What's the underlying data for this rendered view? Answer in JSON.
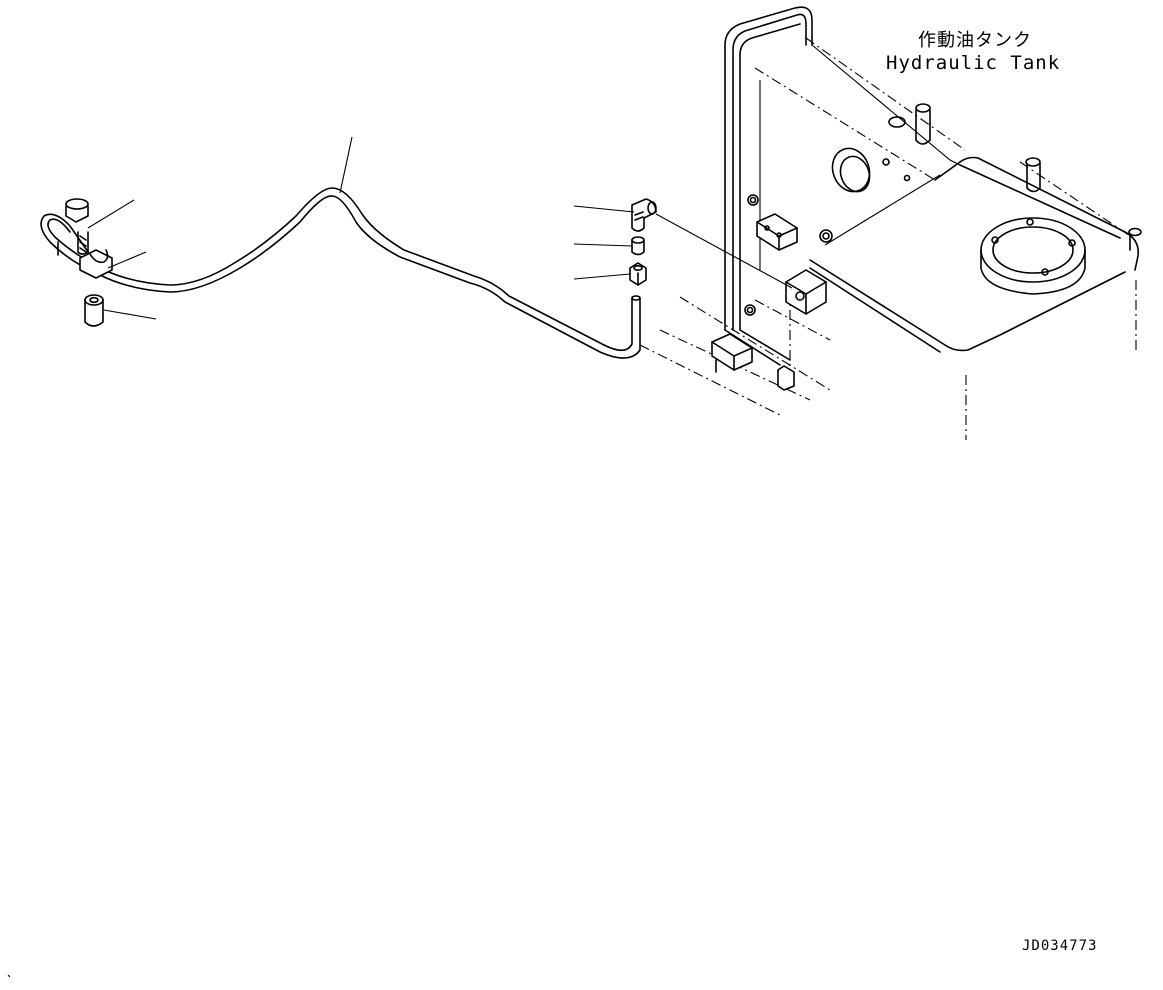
{
  "header": {
    "title_ja": "作動油タンク",
    "title_en": "Hydraulic Tank"
  },
  "footer": {
    "doc_id": "JD034773"
  }
}
